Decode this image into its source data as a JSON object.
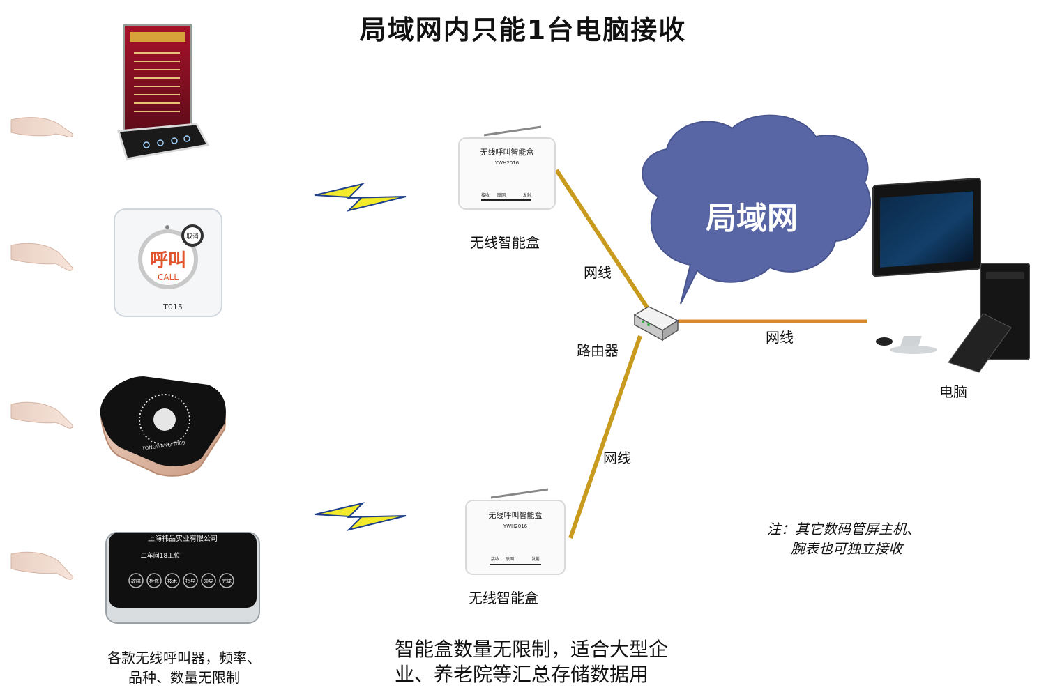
{
  "title": "局域网内只能1台电脑接收",
  "cloud_label": "局域网",
  "devices": [
    {
      "name": "menu-stand-caller"
    },
    {
      "name": "square-call-button",
      "center_text": "呼叫",
      "center_sub": "CALL",
      "cancel": "取消",
      "model": "T015"
    },
    {
      "name": "round-call-button",
      "brand": "TONGWANG T009"
    },
    {
      "name": "panel-call-button",
      "company": "上海祎品实业有限公司",
      "line": "二车间18工位",
      "buttons": [
        "故障",
        "检修",
        "技术",
        "指导",
        "领导",
        "完成"
      ]
    }
  ],
  "smart_box": {
    "brand": "无线呼叫智能盒",
    "model": "YWH2016",
    "status": [
      "接收",
      "联网",
      "发射"
    ]
  },
  "labels": {
    "smart_box_top": "无线智能盒",
    "smart_box_bottom": "无线智能盒",
    "cable_top": "网线",
    "cable_bottom": "网线",
    "cable_right": "网线",
    "router": "路由器",
    "computer": "电脑"
  },
  "left_caption": [
    "各款无线呼叫器，频率、",
    "品种、数量无限制"
  ],
  "bottom_caption": [
    "智能盒数量无限制，适合大型企",
    "业、养老院等汇总存储数据用"
  ],
  "note": [
    "注：其它数码管屏主机、",
    "腕表也可独立接收"
  ],
  "colors": {
    "cloud": "#5866a6",
    "cable": "#c89a1e",
    "cable_right": "#d9892e",
    "bolt": "#f2ea2a"
  }
}
